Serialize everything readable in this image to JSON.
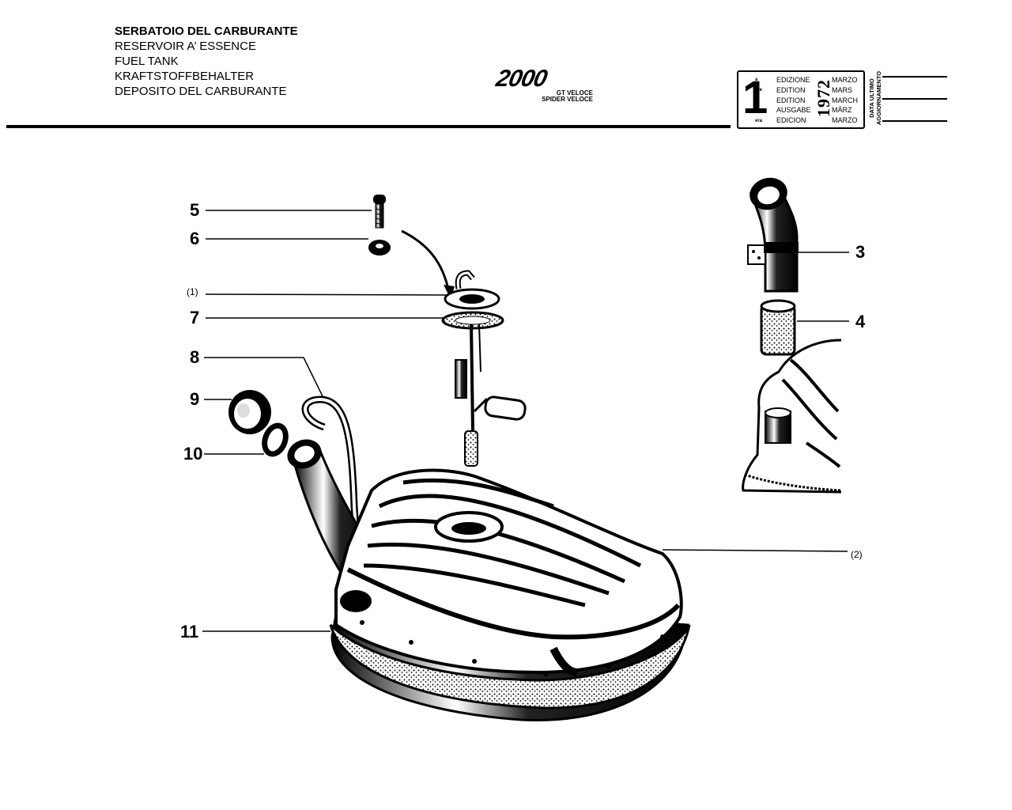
{
  "header": {
    "titles": [
      "SERBATOIO DEL CARBURANTE",
      "RESERVOIR A’ ESSENCE",
      "FUEL TANK",
      "KRAFTSTOFFBEHALTER",
      "DEPOSITO DEL CARBURANTE"
    ],
    "model": {
      "logo": "2000",
      "line1": "GT VELOCE",
      "line2": "SPIDER VELOCE"
    },
    "edition": {
      "number": "1",
      "suffixes": [
        "a",
        "ère",
        "st",
        ".",
        "era"
      ],
      "words": [
        "EDIZIONE",
        "EDITION",
        "EDITION",
        "AUSGABE",
        "EDICION"
      ],
      "year": "1972",
      "months": [
        "MARZO",
        "MARS",
        "MARCH",
        "MÄRZ",
        "MARZO"
      ]
    },
    "update_label": [
      "DATA ULTIMO",
      "AGGIORNAMENTO"
    ]
  },
  "callouts": {
    "c5": "5",
    "c6": "6",
    "c1": "(1)",
    "c7": "7",
    "c8": "8",
    "c9": "9",
    "c10": "10",
    "c11": "11",
    "c3": "3",
    "c4": "4",
    "c2": "(2)"
  },
  "colors": {
    "ink": "#000000",
    "paper": "#ffffff"
  }
}
